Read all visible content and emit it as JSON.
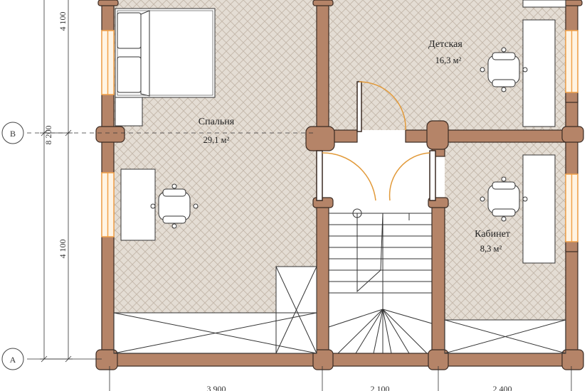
{
  "rooms": {
    "bedroom": {
      "name": "Спальня",
      "area": "29,1 м²"
    },
    "kids": {
      "name": "Детская",
      "area": "16,3 м²"
    },
    "office": {
      "name": "Кабинет",
      "area": "8,3 м²"
    }
  },
  "axes": {
    "b": "В",
    "a": "А"
  },
  "dimensions": {
    "vertical_total": "8 200",
    "vertical_upper": "4 100",
    "vertical_lower": "4 100",
    "horizontal": [
      "3 900",
      "2 100",
      "2 400"
    ]
  },
  "colors": {
    "wall": "#b58468",
    "wall_outline": "#3a2a22",
    "floor": "#ded6cd",
    "window": "#f2a24a",
    "door_swing": "#e29a3a"
  }
}
